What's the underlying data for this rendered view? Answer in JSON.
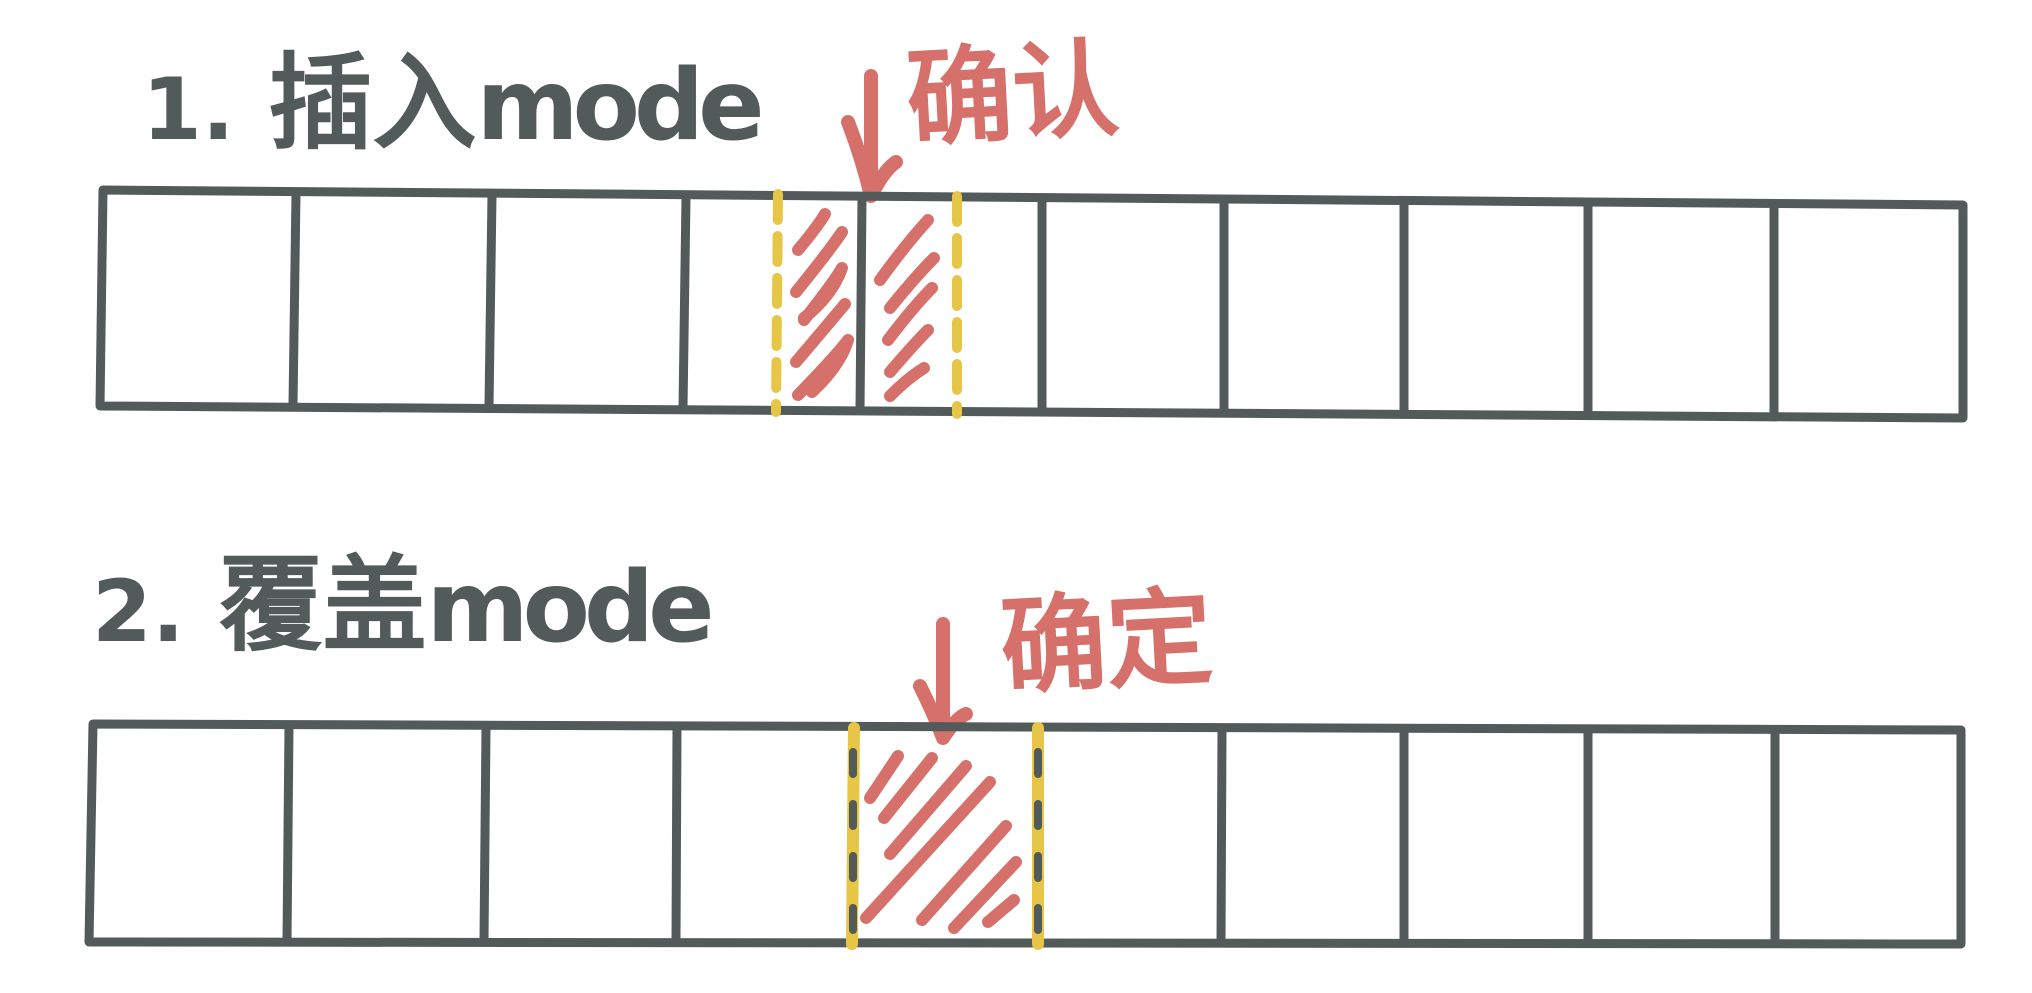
{
  "colors": {
    "ink": "#525a5a",
    "accent": "#d6706a",
    "marker": "#e6c547",
    "background": "#ffffff"
  },
  "diagram": {
    "sections": [
      {
        "number": "1.",
        "mode_cn": "插入",
        "mode_en": "mode",
        "cursor_label": "确认",
        "cells": 10,
        "highlighted_cell_index": 4,
        "highlight_style": "zigzag"
      },
      {
        "number": "2.",
        "mode_cn": "覆盖",
        "mode_en": "mode",
        "cursor_label": "确定",
        "cells": 10,
        "highlighted_cell_index": 4,
        "highlight_style": "diagonal-hatch"
      }
    ],
    "icons": {
      "cursor": "down-arrow-icon"
    }
  }
}
